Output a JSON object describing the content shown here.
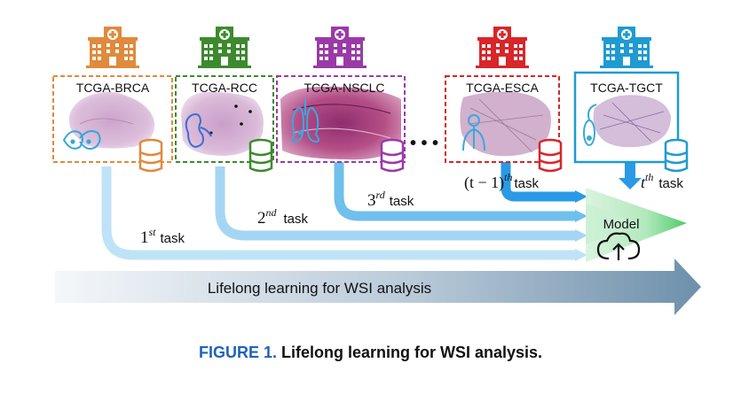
{
  "datasets": [
    {
      "id": "brca",
      "label": "TCGA-BRCA",
      "color": "#e08a3c",
      "organ": "breast"
    },
    {
      "id": "rcc",
      "label": "TCGA-RCC",
      "color": "#3d8a2e",
      "organ": "kidney"
    },
    {
      "id": "nsclc",
      "label": "TCGA-NSCLC",
      "color": "#9a3aa8",
      "organ": "lung"
    },
    {
      "id": "esca",
      "label": "TCGA-ESCA",
      "color": "#d8262a",
      "organ": "esophagus"
    },
    {
      "id": "tgct",
      "label": "TCGA-TGCT",
      "color": "#1f9bd1",
      "organ": "testis"
    }
  ],
  "ellipsis": "• • •",
  "tasks": {
    "t1": {
      "base": "1",
      "sup": "st",
      "word": "task"
    },
    "t2": {
      "base": "2",
      "sup": "nd",
      "word": "task"
    },
    "t3": {
      "base": "3",
      "sup": "rd",
      "word": "task"
    },
    "tm1": {
      "base": "(t − 1)",
      "sup": "th",
      "word": "task"
    },
    "t": {
      "base": "t",
      "sup": "th",
      "word": "task"
    }
  },
  "model_label": "Model",
  "banner": "Lifelong learning for WSI analysis",
  "caption": {
    "figure": "FIGURE 1.",
    "text": "Lifelong learning for WSI analysis."
  },
  "colors": {
    "arrow_light": "#a9d7f2",
    "arrow_mid": "#5cb8ea",
    "arrow_dark": "#1e96e6",
    "model_green": "#3cc455",
    "model_light": "#c8efd2",
    "banner_start": "#f2f6f9",
    "banner_end": "#6e90ab"
  }
}
